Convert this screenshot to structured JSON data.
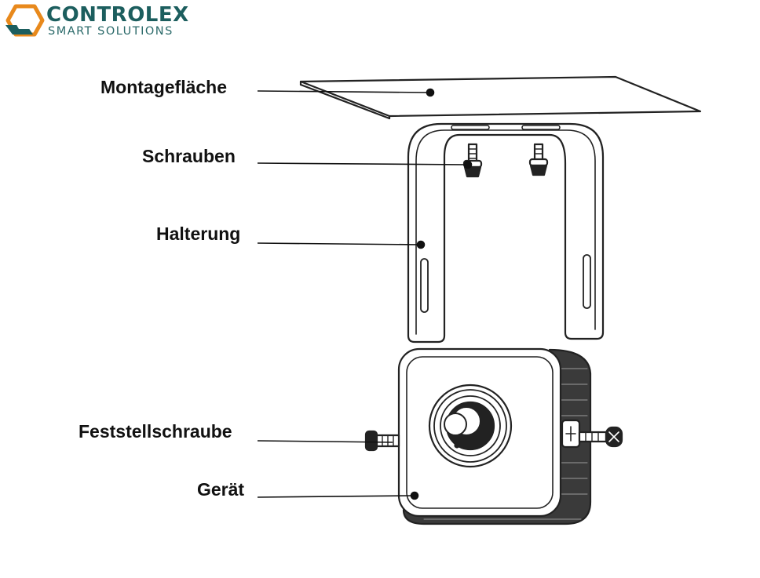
{
  "brand": {
    "name": "CONTROLEX",
    "tagline": "SMART SOLUTIONS",
    "color_dark": "#1c5e5e",
    "color_orange": "#e8891c"
  },
  "labels": {
    "mounting_surface": "Montagefläche",
    "screws": "Schrauben",
    "bracket": "Halterung",
    "locking_screw": "Feststellschraube",
    "device": "Gerät"
  }
}
